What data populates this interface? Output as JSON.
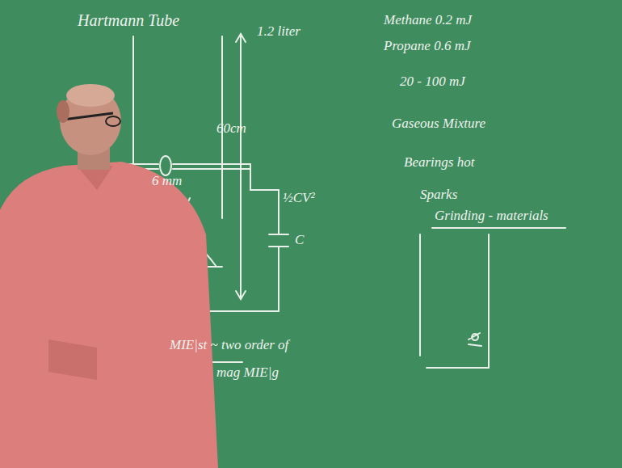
{
  "diagram": {
    "title": "Hartmann Tube",
    "labels": [
      "1.2 liter",
      "60cm",
      "6 mm",
      "½CV²",
      "C",
      "MIE|st ~ two order of",
      "mag MIE|g",
      "Methane 0.2 mJ",
      "Propane 0.6 mJ",
      "20 - 100 mJ",
      "Gaseous Mixture",
      "Bearings hot",
      "Sparks",
      "Grinding - materials"
    ]
  }
}
